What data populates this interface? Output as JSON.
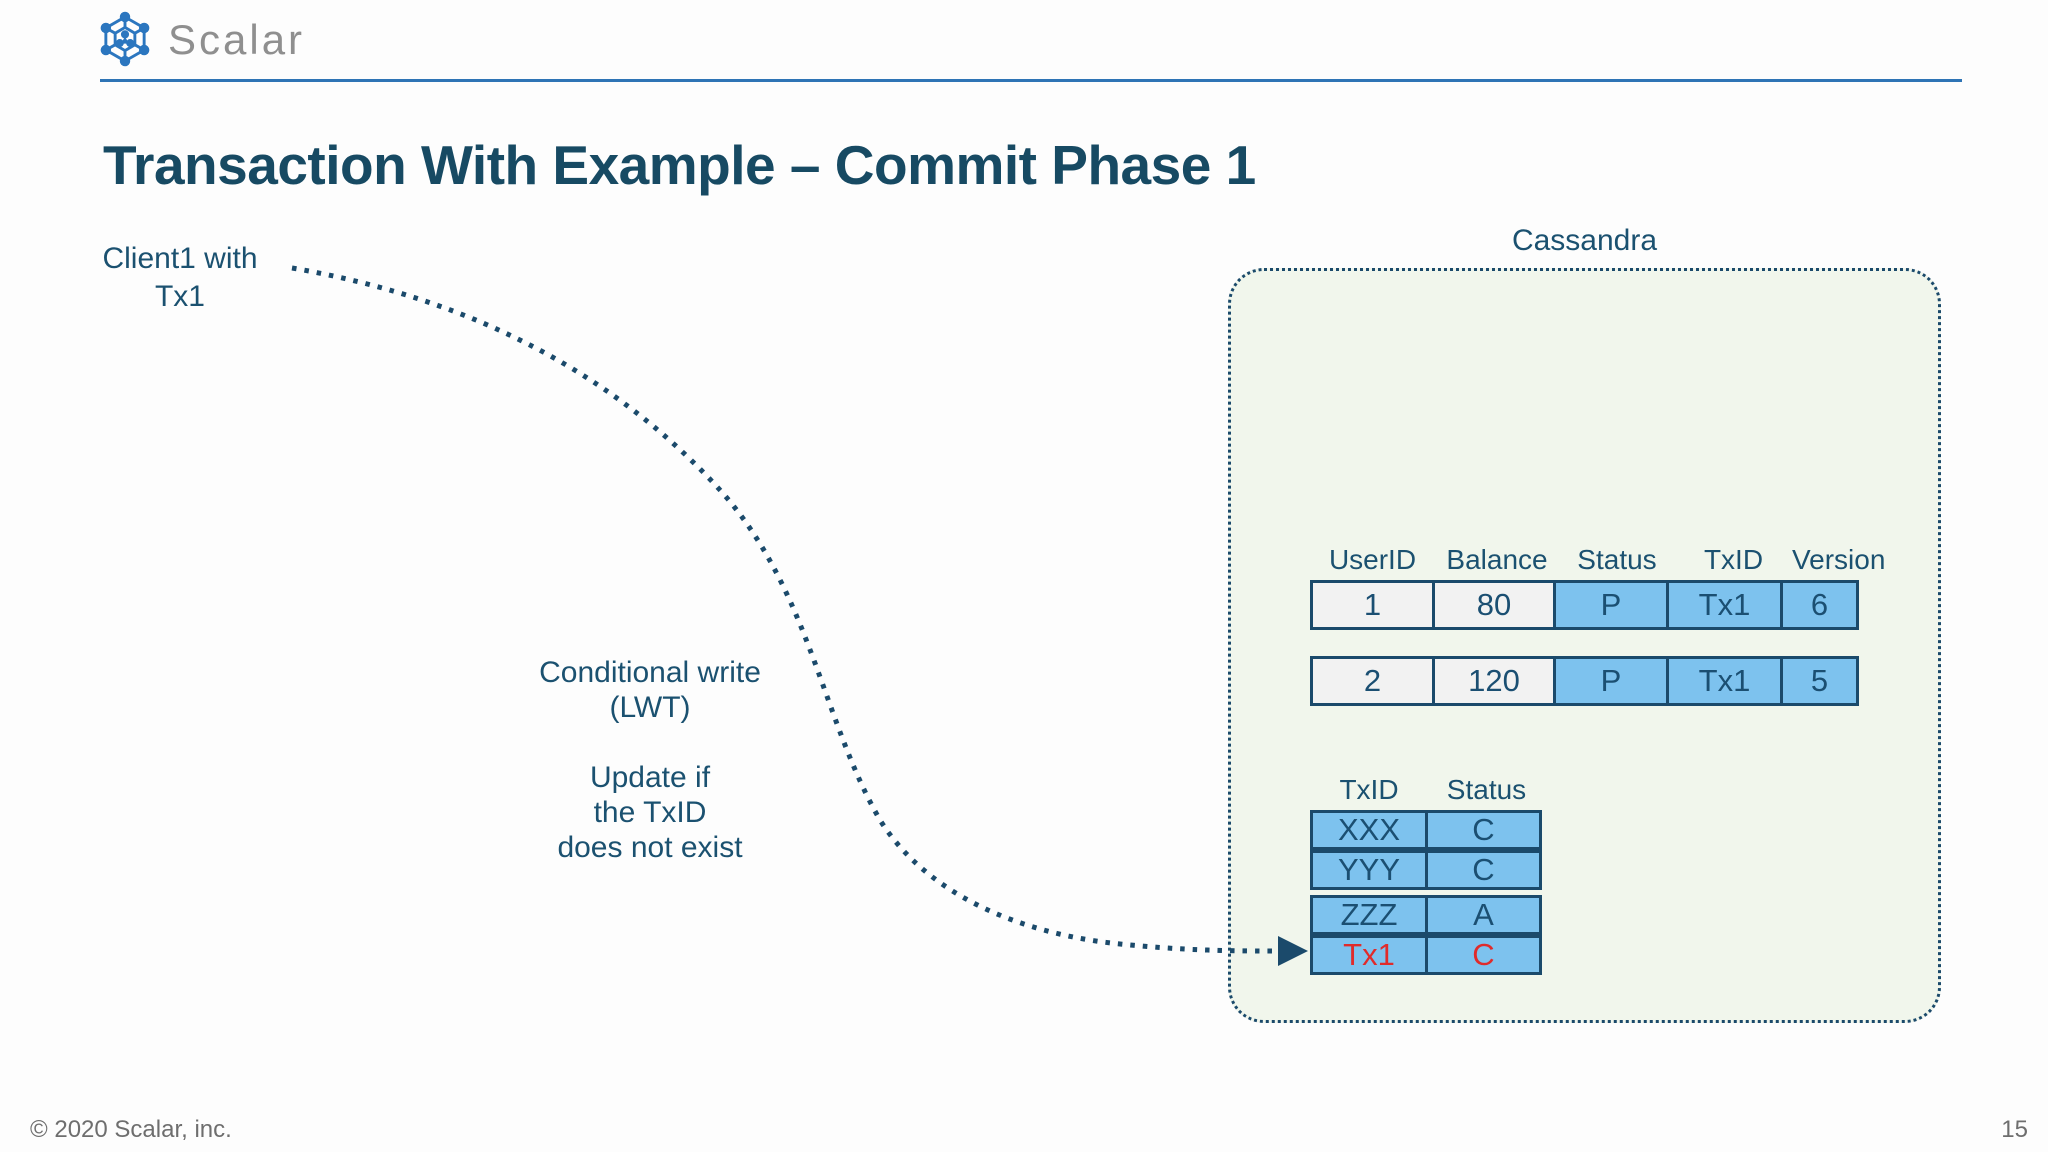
{
  "brand": {
    "name": "Scalar"
  },
  "title": "Transaction With Example – Commit Phase 1",
  "annotations": {
    "client_label": {
      "line1": "Client1 with",
      "line2": "Tx1"
    },
    "conditional_note": {
      "lines": [
        "Conditional write",
        "(LWT)",
        "",
        "Update if",
        "the TxID",
        "does not exist"
      ]
    },
    "database_label": "Cassandra"
  },
  "tables": {
    "accounts": {
      "headers": [
        "UserID",
        "Balance",
        "Status",
        "TxID",
        "Version"
      ],
      "rows": [
        {
          "cells": [
            "1",
            "80",
            "P",
            "Tx1",
            "6"
          ]
        },
        {
          "cells": [
            "2",
            "120",
            "P",
            "Tx1",
            "5"
          ]
        }
      ]
    },
    "tx_status": {
      "headers": [
        "TxID",
        "Status"
      ],
      "rows": [
        {
          "cells": [
            "XXX",
            "C"
          ],
          "highlight": false
        },
        {
          "cells": [
            "YYY",
            "C"
          ],
          "highlight": false
        },
        {
          "cells": [
            "ZZZ",
            "A"
          ],
          "highlight": false
        },
        {
          "cells": [
            "Tx1",
            "C"
          ],
          "highlight": true
        }
      ]
    }
  },
  "footer": {
    "copyright": "© 2020 Scalar, inc.",
    "page_number": "15"
  },
  "colors": {
    "navy": "#1b4a6b",
    "text-navy": "#1b5170",
    "title": "#174a63",
    "cell-blue": "#7dc2ee",
    "cell-gray": "#f2f2f2",
    "red": "#e02b2b",
    "box-bg": "#f1f6ec",
    "brand-blue": "#2b76bf",
    "rule-blue": "#2e74b5",
    "gray": "#6e6e6e"
  }
}
